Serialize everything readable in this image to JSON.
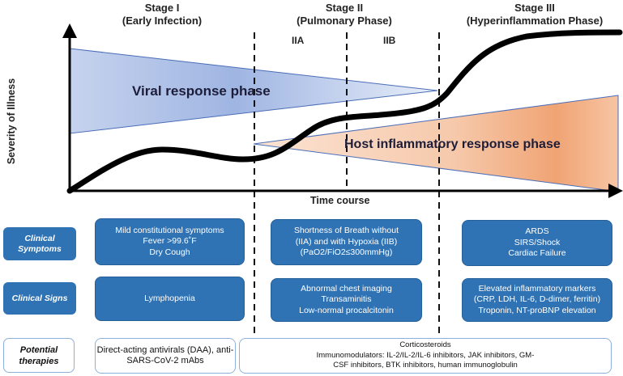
{
  "stages": [
    {
      "title": "Stage I",
      "subtitle": "(Early Infection)"
    },
    {
      "title": "Stage II",
      "subtitle": "(Pulmonary Phase)"
    },
    {
      "title": "Stage III",
      "subtitle": "(Hyperinflammation Phase)"
    }
  ],
  "substages": [
    "IIA",
    "IIB"
  ],
  "axes": {
    "y_label": "Severity of Illness",
    "x_label": "Time course"
  },
  "phases": {
    "viral": {
      "label": "Viral response phase",
      "color": "#a9bfe6"
    },
    "host": {
      "label": "Host inflammatory response phase",
      "color": "#f3b48c"
    }
  },
  "rows": {
    "symptoms": {
      "label_line1": "Clinical",
      "label_line2": "Symptoms",
      "stage1": [
        "Mild constitutional symptoms",
        "Fever >99.6˚F",
        "Dry Cough"
      ],
      "stage2": [
        "Shortness of Breath without",
        "(IIA) and with Hypoxia (IIB)",
        "(PaO2/FiO2≤300mmHg)"
      ],
      "stage3": [
        "ARDS",
        "SIRS/Shock",
        "Cardiac Failure"
      ]
    },
    "signs": {
      "label": "Clinical Signs",
      "stage1": [
        "Lymphopenia"
      ],
      "stage2": [
        "Abnormal chest imaging",
        "Transaminitis",
        "Low-normal procalcitonin"
      ],
      "stage3": [
        "Elevated inflammatory markers",
        "(CRP, LDH, IL-6, D-dimer, ferritin)",
        "Troponin, NT-proBNP elevation"
      ]
    },
    "therapies": {
      "label_line1": "Potential",
      "label_line2": "therapies",
      "early": "Direct-acting antivirals (DAA), anti-SARS-CoV-2 mAbs",
      "late": [
        "Corticosteroids",
        "Immunomodulators: IL-2/IL-2/IL-6 inhibitors, JAK inhibitors, GM-",
        "CSF inhibitors, BTK inhibitors, human immunoglobulin"
      ]
    }
  },
  "colors": {
    "card_blue": "#2f73b5",
    "therapy_border": "#8fb0dc"
  }
}
